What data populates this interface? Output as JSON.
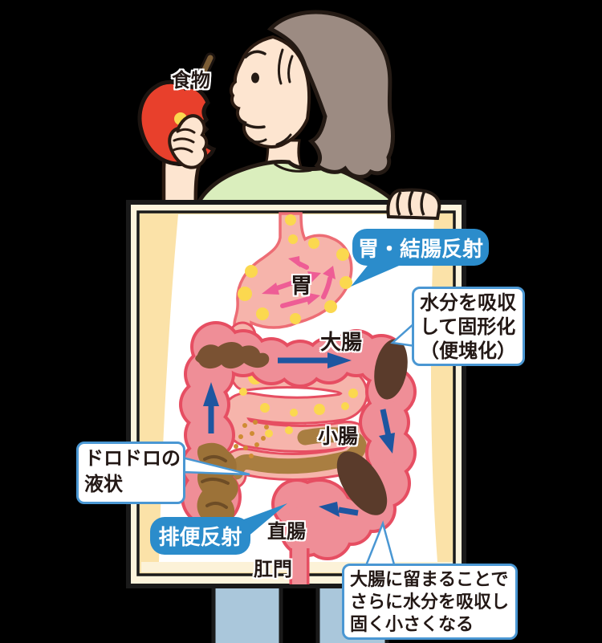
{
  "illustration": {
    "food_label": "食物",
    "organs": {
      "stomach": "胃",
      "large_intestine": "大腸",
      "small_intestine": "小腸",
      "rectum": "直腸",
      "anus": "肛門"
    },
    "reflex_badges": {
      "gastrocolic": "胃・結腸反射",
      "defecation": "排便反射"
    },
    "callouts": {
      "solidify": {
        "line1": "水分を吸収",
        "line2": "して固形化",
        "line3": "（便塊化）"
      },
      "liquid": {
        "line1": "ドロドロの",
        "line2": "液状"
      },
      "harden": {
        "line1": "大腸に留まることで",
        "line2": "さらに水分を吸収し",
        "line3": "固く小さくなる"
      }
    },
    "colors": {
      "badge_blue": "#2b8ccb",
      "callout_border_blue": "#4a97d3",
      "arrow_blue": "#1e56a0",
      "stomach_arrow_pink": "#ee5d95",
      "colon_pink": "#ef8e97",
      "colon_outline": "#e64e62",
      "intestine_pink": "#f6b4ab",
      "food_yellow": "#fbd84f",
      "stool_dark_brown": "#5a3b2b",
      "stool_brown": "#7a5233",
      "chyme_brown": "#9c7238",
      "apple_red": "#e8402c",
      "board_tan": "#fbe2a8",
      "shirt_green": "#daeebd",
      "pants_blue": "#aac7db",
      "skin": "#fde5d0",
      "hair_gray": "#9c8b82"
    }
  }
}
